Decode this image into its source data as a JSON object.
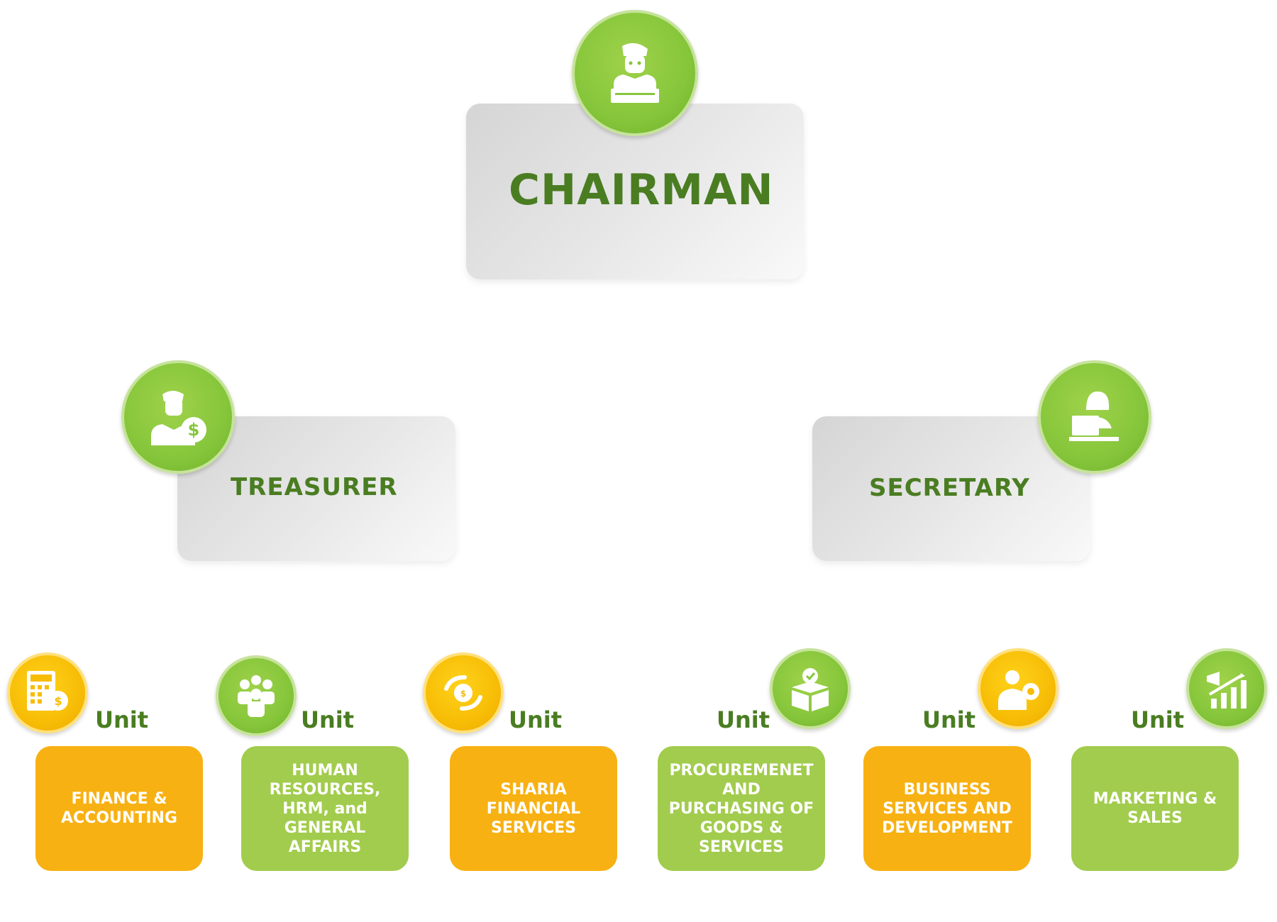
{
  "chairman": {
    "title": "CHAIRMAN",
    "icon": "chairman-desk-icon"
  },
  "treasurer": {
    "title": "TREASURER",
    "icon": "treasurer-dollar-icon"
  },
  "secretary": {
    "title": "SECRETARY",
    "icon": "secretary-laptop-icon"
  },
  "units": [
    {
      "label": "Unit",
      "name": "FINANCE & ACCOUNTING",
      "icon": "calculator-dollar-icon",
      "color": "#f8b112"
    },
    {
      "label": "Unit",
      "name": "HUMAN RESOURCES, HRM, and GENERAL AFFAIRS",
      "icon": "team-people-icon",
      "color": "#a2cc4d"
    },
    {
      "label": "Unit",
      "name": "SHARIA FINANCIAL SERVICES",
      "icon": "hands-coin-icon",
      "color": "#f8b112"
    },
    {
      "label": "Unit",
      "name": "PROCUREMENET AND PURCHASING OF GOODS & SERVICES",
      "icon": "box-check-icon",
      "color": "#a2cc4d"
    },
    {
      "label": "Unit",
      "name": "BUSINESS SERVICES AND DEVELOPMENT",
      "icon": "businessman-gear-icon",
      "color": "#f8b112"
    },
    {
      "label": "Unit",
      "name": "MARKETING & SALES",
      "icon": "megaphone-chart-icon",
      "color": "#a2cc4d"
    }
  ],
  "colors": {
    "title_green": "#4a7d22",
    "unit_orange": "#f8b112",
    "unit_green": "#a2cc4d",
    "circle_green": "#86c63b",
    "circle_yellow": "#f7bd06"
  }
}
